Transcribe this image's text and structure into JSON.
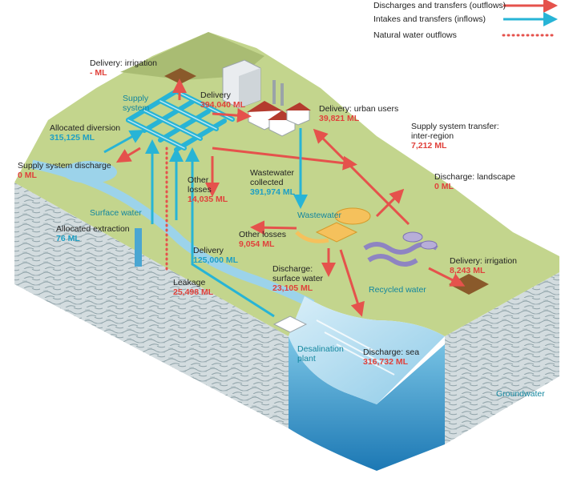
{
  "legend": {
    "outflows": "Discharges and transfers (outflows)",
    "inflows": "Intakes and transfers (inflows)",
    "natural": "Natural water outflows"
  },
  "colors": {
    "outflow": "#e5524c",
    "inflow": "#27b4d6",
    "natural": "#e5524c",
    "land_top": "#c3d58d",
    "hill": "#a9bc73",
    "soil": "#c9d4d8",
    "water": "#3aa3cf"
  },
  "labels": {
    "delivery_irrigation_top": {
      "title": "Delivery: irrigation",
      "value": "- ML"
    },
    "supply_system": {
      "line1": "Supply",
      "line2": "system"
    },
    "delivery_main": {
      "title": "Delivery",
      "value": "394,040 ML"
    },
    "delivery_urban": {
      "title": "Delivery: urban users",
      "value": "39,821 ML"
    },
    "allocated_diversion": {
      "title": "Allocated diversion",
      "value": "315,125 ML"
    },
    "supply_transfer": {
      "line1": "Supply system transfer:",
      "line2": "inter-region",
      "value": "7,212 ML"
    },
    "supply_discharge": {
      "title": "Supply system discharge",
      "value": "0 ML"
    },
    "other_losses_1": {
      "line1": "Other",
      "line2": "losses",
      "value": "14,035 ML"
    },
    "wastewater_collected": {
      "line1": "Wastewater",
      "line2": "collected",
      "value": "391,974 ML"
    },
    "discharge_landscape": {
      "title": "Discharge: landscape",
      "value": "0 ML"
    },
    "surface_water": {
      "title": "Surface water"
    },
    "wastewater": {
      "title": "Wastewater"
    },
    "allocated_extraction": {
      "title": "Allocated extraction",
      "value": "76 ML"
    },
    "other_losses_2": {
      "title": "Other losses",
      "value": "9,054 ML"
    },
    "delivery_125": {
      "title": "Delivery",
      "value": "125,000 ML"
    },
    "delivery_irrigation_right": {
      "title": "Delivery: irrigation",
      "value": "8,243 ML"
    },
    "discharge_surface": {
      "line1": "Discharge:",
      "line2": "surface water",
      "value": "23,105 ML"
    },
    "recycled_water": {
      "title": "Recycled water"
    },
    "leakage": {
      "title": "Leakage",
      "value": "25,498 ML"
    },
    "desalination": {
      "line1": "Desalination",
      "line2": "plant"
    },
    "discharge_sea": {
      "title": "Discharge: sea",
      "value": "316,732 ML"
    },
    "groundwater": {
      "title": "Groundwater"
    }
  }
}
